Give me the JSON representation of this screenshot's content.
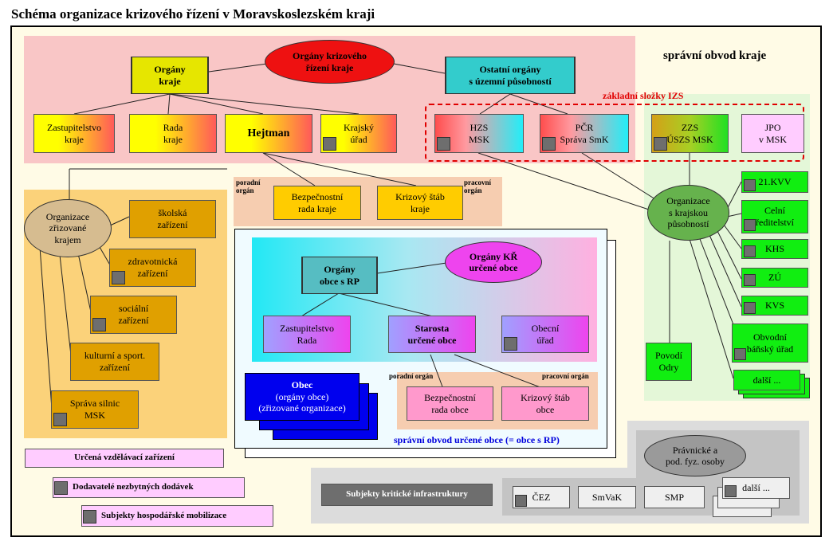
{
  "title": "Schéma organizace krizového řízení v Moravskoslezském kraji",
  "region_label": "správní obvod kraje",
  "izs_label": "základní složky IZS",
  "kraj": {
    "organy_kraje": "Orgány\nkraje",
    "organy_kr_kraje": "Orgány krizového\nřízení kraje",
    "ostatni_organy": "Ostatní orgány\ns územní působností",
    "zastupitelstvo": "Zastupitelstvo\nkraje",
    "rada": "Rada\nkraje",
    "hejtman": "Hejtman",
    "krajsky_urad": "Krajský\núřad"
  },
  "izs": {
    "hzs": "HZS\nMSK",
    "pcr": "PČR\nSpráva SmK",
    "zzs": "ZZS\nÚSZS MSK",
    "jpo": "JPO\nv MSK"
  },
  "poradni_label": "poradní\norgán",
  "pracovni_label": "pracovní\norgán",
  "bezpecnostni_rada_kraje": "Bezpečnostní\nrada kraje",
  "krizovy_stab_kraje": "Krizový štáb\nkraje",
  "zrizovane": {
    "ellipse": "Organizace\nzřizované\nkrajem",
    "skolska": "školská\nzařízení",
    "zdravotnicka": "zdravotnická\nzařízení",
    "socialni": "sociální\nzařízení",
    "kulturni": "kulturní a sport.\nzařízení",
    "silnice": "Správa silnic\nMSK"
  },
  "krajska_pusobnost": {
    "ellipse": "Organizace\ns krajskou\npůsobností",
    "items": [
      "21.KVV",
      "Celní\nředitelství",
      "KHS",
      "ZÚ",
      "KVS",
      "Obvodní\nbáňský úřad",
      "další ..."
    ],
    "povodi": "Povodí\nOdry"
  },
  "obec_rp": {
    "organy_obce": "Orgány\nobce s RP",
    "organy_kr_obce": "Orgány KŘ\nurčené obce",
    "zastupitelstvo_rada": "Zastupitelstvo\nRada",
    "starosta": "Starosta\nurčené obce",
    "obecni_urad": "Obecní\núřad",
    "obec": "Obec",
    "obec_sub": "(orgány obce)\n(zřizované organizace)",
    "poradni": "poradní orgán",
    "pracovni": "pracovní orgán",
    "bezpecnostni_rada_obce": "Bezpečnostní\nrada obce",
    "krizovy_stab_obce": "Krizový štáb\nobce",
    "obvod_label": "správní obvod určené obce (= obce s RP)"
  },
  "legend": {
    "vzdelavaci": "Určená vzdělávací zařízení",
    "dodavatele": "Dodavatelé nezbytných dodávek",
    "mobilizace": "Subjekty hospodářské mobilizace"
  },
  "infra": {
    "label": "Subjekty kritické infrastruktury",
    "pravnicke": "Právnické a\npod. fyz. osoby",
    "items": [
      "ČEZ",
      "SmVaK",
      "SMP",
      "další ..."
    ]
  }
}
